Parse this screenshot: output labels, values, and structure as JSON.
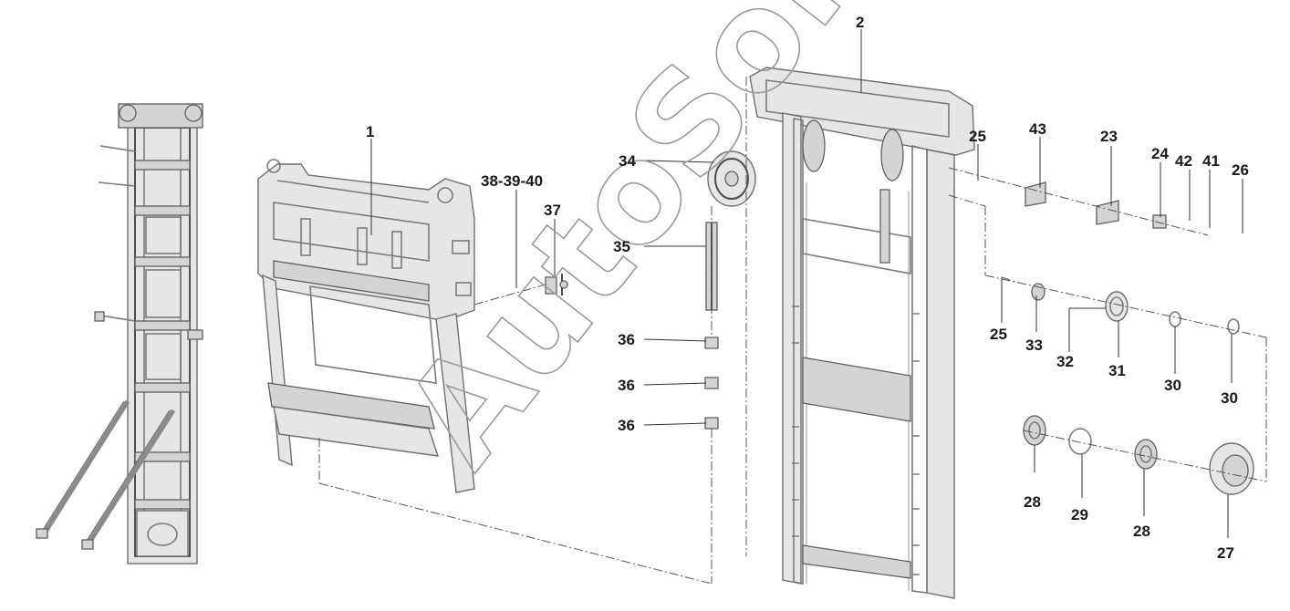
{
  "watermark": "AutoSoft",
  "callouts": [
    {
      "id": "c-1",
      "text": "1"
    },
    {
      "id": "c-2",
      "text": "2"
    },
    {
      "id": "c-38-39-40",
      "text": "38-39-40"
    },
    {
      "id": "c-37",
      "text": "37"
    },
    {
      "id": "c-34",
      "text": "34"
    },
    {
      "id": "c-35",
      "text": "35"
    },
    {
      "id": "c-36a",
      "text": "36"
    },
    {
      "id": "c-36b",
      "text": "36"
    },
    {
      "id": "c-36c",
      "text": "36"
    },
    {
      "id": "c-25a",
      "text": "25"
    },
    {
      "id": "c-43",
      "text": "43"
    },
    {
      "id": "c-23",
      "text": "23"
    },
    {
      "id": "c-24",
      "text": "24"
    },
    {
      "id": "c-42",
      "text": "42"
    },
    {
      "id": "c-41",
      "text": "41"
    },
    {
      "id": "c-26",
      "text": "26"
    },
    {
      "id": "c-25b",
      "text": "25"
    },
    {
      "id": "c-33",
      "text": "33"
    },
    {
      "id": "c-32",
      "text": "32"
    },
    {
      "id": "c-31",
      "text": "31"
    },
    {
      "id": "c-30a",
      "text": "30"
    },
    {
      "id": "c-30b",
      "text": "30"
    },
    {
      "id": "c-28a",
      "text": "28"
    },
    {
      "id": "c-29",
      "text": "29"
    },
    {
      "id": "c-28b",
      "text": "28"
    },
    {
      "id": "c-27",
      "text": "27"
    }
  ]
}
